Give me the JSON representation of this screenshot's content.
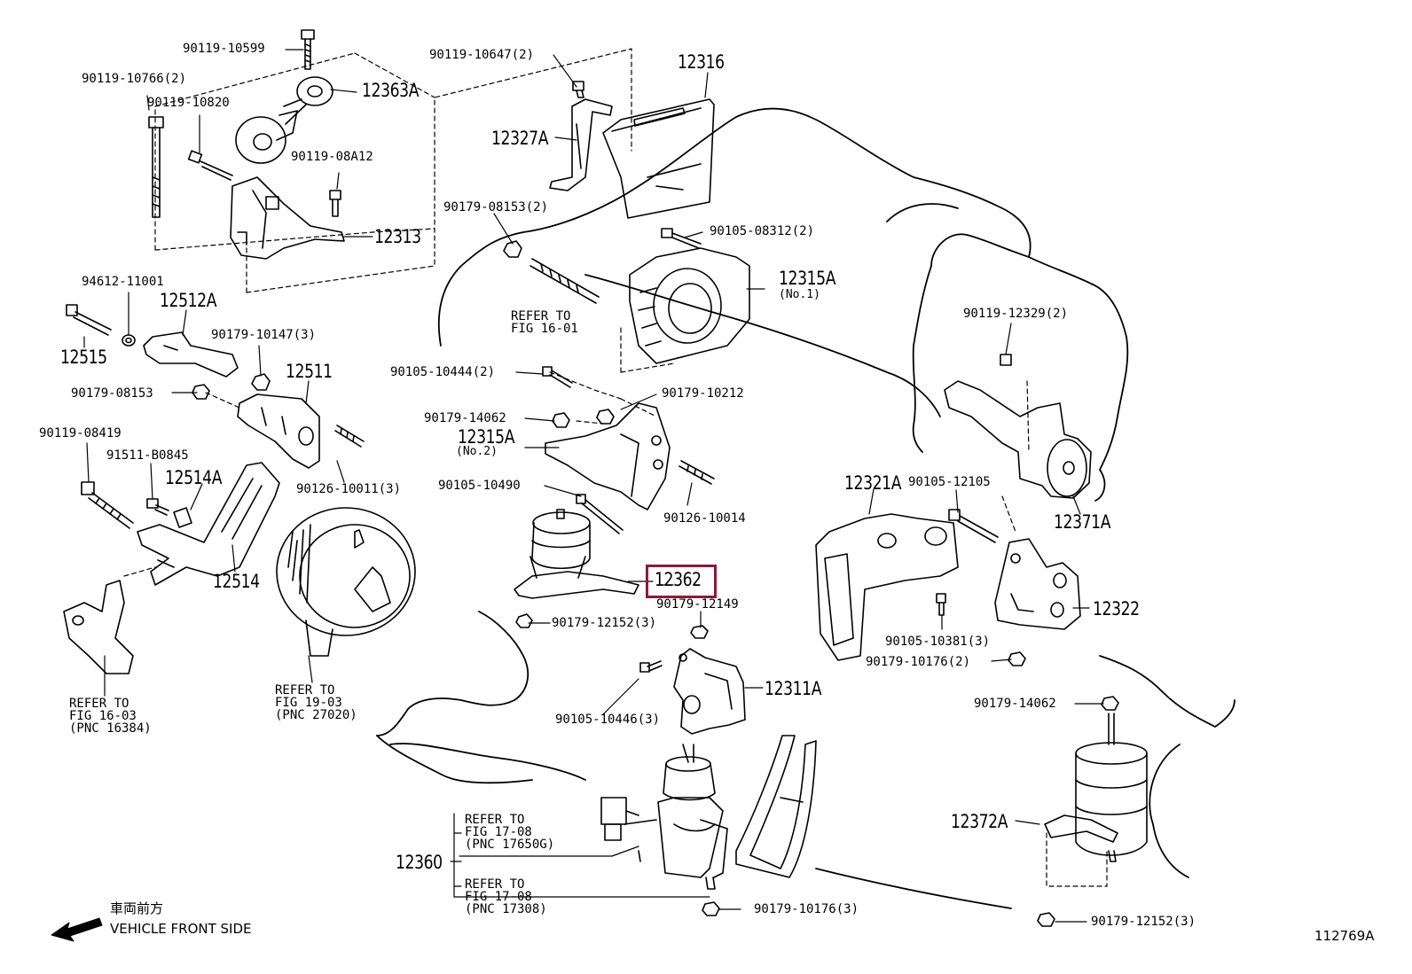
{
  "colors": {
    "line": "#000000",
    "highlight": "#8b1a3a",
    "background": "#ffffff"
  },
  "labels": {
    "p90119_10599": "90119-10599",
    "p90119_10766": "90119-10766(2)",
    "p90119_10820": "90119-10820",
    "p12363A": "12363A",
    "p90119_08A12": "90119-08A12",
    "p12313": "12313",
    "p90119_10647": "90119-10647(2)",
    "p12316": "12316",
    "p12327A": "12327A",
    "p90179_08153_2": "90179-08153(2)",
    "p90105_08312": "90105-08312(2)",
    "p12315A_1": "12315A",
    "no1": "(No.1)",
    "p94612_11001": "94612-11001",
    "p12512A": "12512A",
    "p12515": "12515",
    "p90179_10147": "90179-10147(3)",
    "p12511": "12511",
    "p90179_08153": "90179-08153",
    "p90119_08419": "90119-08419",
    "p91511_B0845": "91511-B0845",
    "p12514A": "12514A",
    "p12514": "12514",
    "p90126_10011": "90126-10011(3)",
    "refer_fig16_01_a": "REFER TO",
    "refer_fig16_01_b": "FIG 16-01",
    "p90105_10444": "90105-10444(2)",
    "p90179_10212": "90179-10212",
    "p90179_14062_a": "90179-14062",
    "p12315A_2": "12315A",
    "no2": "(No.2)",
    "p90105_10490": "90105-10490",
    "p90126_10014": "90126-10014",
    "p12362": "12362",
    "p90179_12149": "90179-12149",
    "p90179_12152_a": "90179-12152(3)",
    "p90119_12329": "90119-12329(2)",
    "p12371A": "12371A",
    "p12321A": "12321A",
    "p90105_12105": "90105-12105",
    "p12322": "12322",
    "p90105_10381": "90105-10381(3)",
    "p90179_10176_a": "90179-10176(2)",
    "p12311A": "12311A",
    "p90105_10446": "90105-10446(3)",
    "refer_16_03_a": "REFER TO",
    "refer_16_03_b": "FIG 16-03",
    "refer_16_03_c": "(PNC 16384)",
    "refer_19_03_a": "REFER TO",
    "refer_19_03_b": "FIG 19-03",
    "refer_19_03_c": "(PNC 27020)",
    "p90179_14062_b": "90179-14062",
    "p12372A": "12372A",
    "p12360": "12360",
    "refer_17_08a_a": "REFER TO",
    "refer_17_08a_b": "FIG 17-08",
    "refer_17_08a_c": "(PNC 17650G)",
    "refer_17_08b_a": "REFER TO",
    "refer_17_08b_b": "FIG 17-08",
    "refer_17_08b_c": "(PNC 17308)",
    "p90179_10176_b": "90179-10176(3)",
    "p90179_12152_b": "90179-12152(3)",
    "front_jp": "車両前方",
    "front_en": "VEHICLE FRONT SIDE",
    "fig_id": "112769A"
  },
  "icons": {
    "front_arrow": "arrow-left-icon"
  }
}
